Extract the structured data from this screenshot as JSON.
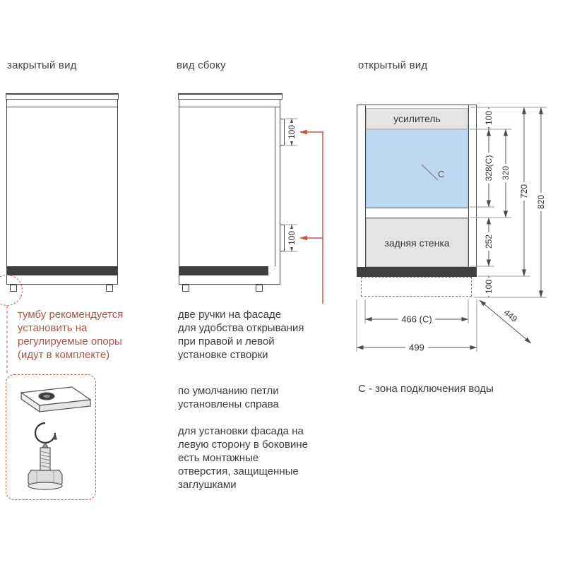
{
  "views": {
    "closed": {
      "label": "закрытый вид"
    },
    "side": {
      "label": "вид сбоку"
    },
    "open": {
      "label": "открытый вид"
    }
  },
  "open_view": {
    "reinforcement_label": "усилитель",
    "back_wall_label": "задняя стенка",
    "zone_letter": "С"
  },
  "dims": {
    "handle_top": "100",
    "handle_bottom": "100",
    "reinforcement_height": "100",
    "zone_height": "328(С)",
    "opening_height": "320",
    "body_height": "720",
    "total_height": "820",
    "back_wall_height": "252",
    "plinth_height": "100",
    "inner_width": "466 (С)",
    "depth": "449",
    "width": "499"
  },
  "notes": {
    "supports": "тумбу рекомендуется\nустановить на\nрегулируемые опоры\n(идут в комплекте)",
    "handles": "две ручки на фасаде\nдля удобства открывания\nпри правой и левой\nустановке створки",
    "hinges": "по умолчанию петли\nустановлены справа",
    "facade": "для установки фасада на\nлевую сторону в боковине\nесть монтажные\nотверстия, защищенные\nзаглушками",
    "water_zone": "С - зона подключения воды"
  },
  "colors": {
    "zone_blue": "#bdd8f1",
    "panel_gray": "#e4e4e4",
    "plinth_dark": "#3f3f3f",
    "annotation_red": "#c4574e",
    "note_red": "#a8554c"
  }
}
